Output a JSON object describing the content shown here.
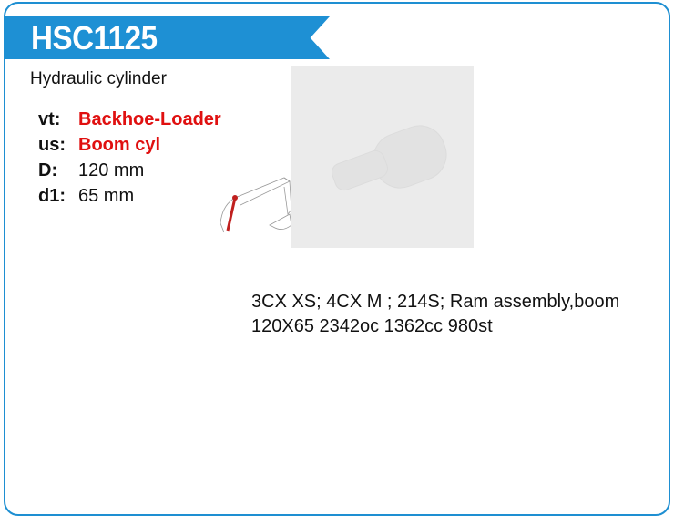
{
  "product": {
    "code": "HSC1125",
    "type": "Hydraulic cylinder",
    "specs": [
      {
        "label": "vt:",
        "value": "Backhoe-Loader",
        "highlight": true
      },
      {
        "label": "us:",
        "value": "Boom cyl",
        "highlight": true
      },
      {
        "label": "D:",
        "value": "120 mm",
        "highlight": false
      },
      {
        "label": "d1:",
        "value": "65 mm",
        "highlight": false
      }
    ],
    "description": "3CX XS; 4CX M ; 214S; Ram assembly,boom 120X65 2342oc 1362cc 980st"
  },
  "colors": {
    "accent": "#1e90d4",
    "highlight": "#e01010"
  }
}
